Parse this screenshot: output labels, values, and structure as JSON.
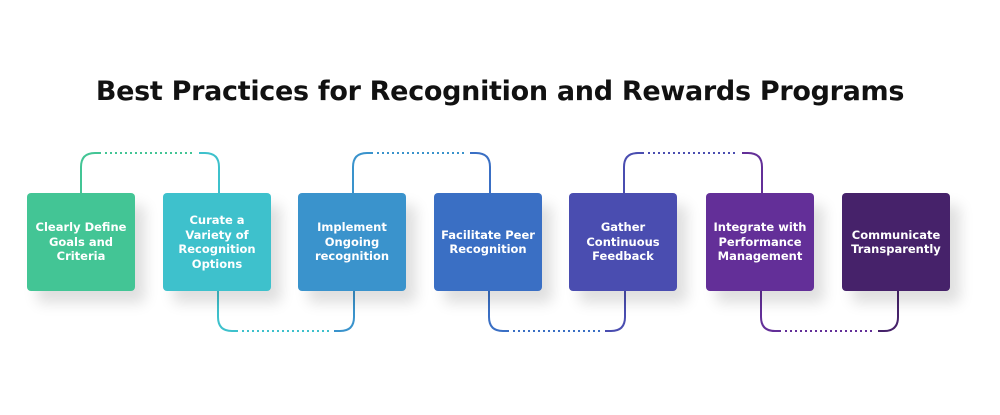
{
  "title": "Best Practices for Recognition and Rewards Programs",
  "steps": [
    {
      "label": "Clearly Define Goals and Criteria",
      "color": "#43c595"
    },
    {
      "label": "Curate a Variety of Recognition Options",
      "color": "#3ec1cc"
    },
    {
      "label": "Implement Ongoing recognition",
      "color": "#3a93cc"
    },
    {
      "label": "Facilitate Peer Recognition",
      "color": "#3a6fc4"
    },
    {
      "label": "Gather Continuous Feedback",
      "color": "#4a4db0"
    },
    {
      "label": "Integrate with Performance Management",
      "color": "#632f98"
    },
    {
      "label": "Communicate Transparently",
      "color": "#46226a"
    }
  ]
}
